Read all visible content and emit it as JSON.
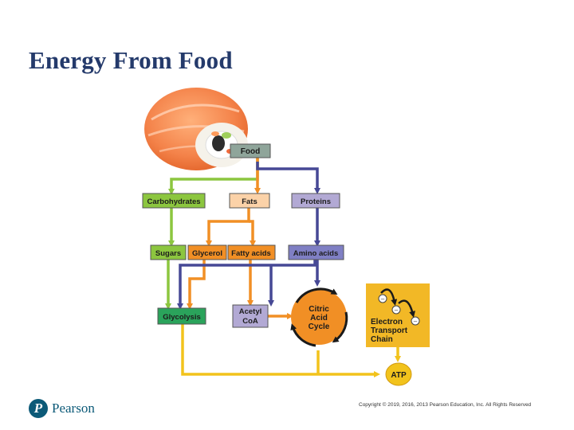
{
  "slide": {
    "title": "Energy From Food",
    "copyright": "Copyright © 2019, 2016, 2013 Pearson Education, Inc. All Rights Reserved"
  },
  "logo": {
    "text": "Pearson",
    "mark": "P"
  },
  "image": {
    "subject": "sushi-roll",
    "icon": "salmon-sushi-icon"
  },
  "nodes": {
    "food": "Food",
    "carbohydrates": "Carbohydrates",
    "fats": "Fats",
    "proteins": "Proteins",
    "sugars": "Sugars",
    "glycerol": "Glycerol",
    "fatty_acids": "Fatty acids",
    "amino_acids": "Amino acids",
    "glycolysis": "Glycolysis",
    "acetyl_coa": [
      "Acetyl",
      "CoA"
    ],
    "citric_acid_cycle": [
      "Citric",
      "Acid",
      "Cycle"
    ],
    "electron_transport_chain": [
      "Electron",
      "Transport",
      "Chain"
    ],
    "atp": "ATP"
  },
  "colors": {
    "green": "#8cc63f",
    "dark_green": "#2aa35b",
    "orange": "#f18f25",
    "peach": "#fbd2a8",
    "purple": "#464895",
    "lavender": "#b2a9d4",
    "yellow": "#f2c31c",
    "gray": "#7a7a7a",
    "cycle": "#f18f25",
    "etc_box": "#f2b826"
  }
}
